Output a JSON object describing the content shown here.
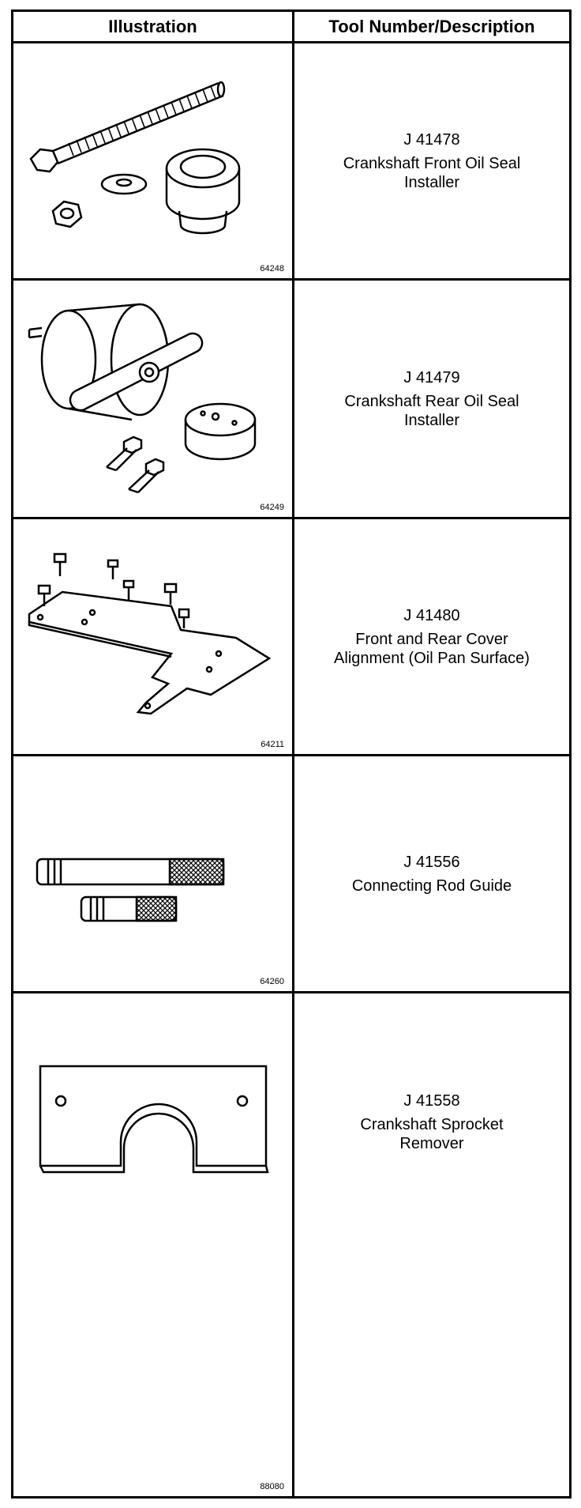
{
  "header": {
    "illustration": "Illustration",
    "tool": "Tool Number/Description"
  },
  "rows": [
    {
      "figure": "64248",
      "number": "J 41478",
      "desc1": "Crankshaft Front Oil Seal",
      "desc2": "Installer"
    },
    {
      "figure": "64249",
      "number": "J 41479",
      "desc1": "Crankshaft Rear Oil Seal",
      "desc2": "Installer"
    },
    {
      "figure": "64211",
      "number": "J 41480",
      "desc1": "Front and Rear Cover",
      "desc2": "Alignment (Oil Pan Surface)"
    },
    {
      "figure": "64260",
      "number": "J 41556",
      "desc1": "Connecting Rod Guide",
      "desc2": ""
    },
    {
      "figure": "88080",
      "number": "J 41558",
      "desc1": "Crankshaft Sprocket",
      "desc2": "Remover"
    }
  ]
}
